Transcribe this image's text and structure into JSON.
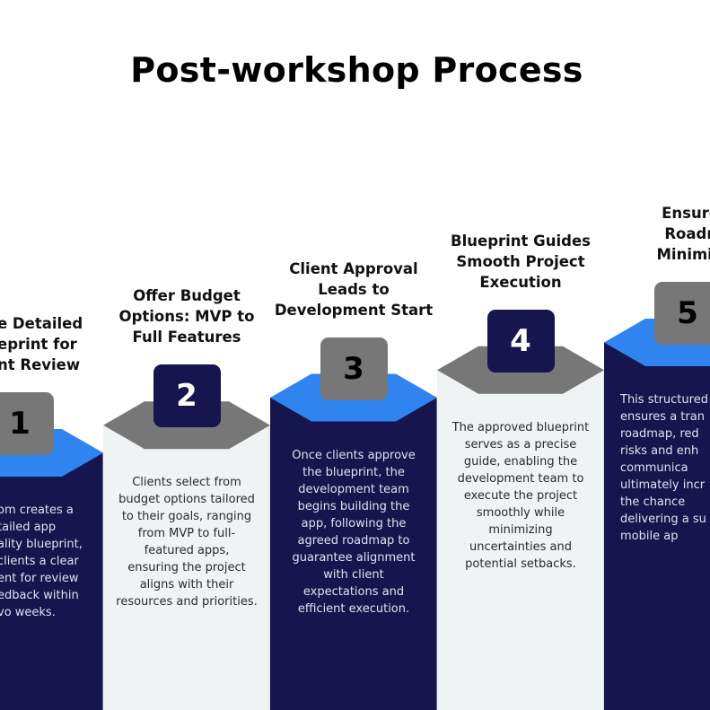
{
  "title": "Post-workshop Process",
  "colors": {
    "navy": "#16154d",
    "blue": "#2f84ef",
    "grey": "#777777",
    "light": "#eff3f4",
    "white": "#ffffff"
  },
  "steps": [
    {
      "number": "1",
      "heading_lines": [
        "e Detailed",
        "eprint for",
        "nt Review"
      ],
      "description_lines": [
        "om creates a",
        "tailed app",
        "ality blueprint,",
        "clients a clear",
        "ent for review",
        "edback within",
        "vo weeks."
      ],
      "column_style": "dark"
    },
    {
      "number": "2",
      "heading_lines": [
        "Offer Budget",
        "Options: MVP to",
        "Full Features"
      ],
      "description_lines": [
        "Clients select from",
        "budget options tailored",
        "to their goals, ranging",
        "from MVP to full-",
        "featured apps,",
        "ensuring the project",
        "aligns with their",
        "resources and priorities."
      ],
      "column_style": "light"
    },
    {
      "number": "3",
      "heading_lines": [
        "Client Approval",
        "Leads to",
        "Development Start"
      ],
      "description_lines": [
        "Once clients approve",
        "the blueprint, the",
        "development team",
        "begins building the",
        "app, following the",
        "agreed roadmap to",
        "guarantee alignment",
        "with client",
        "expectations and",
        "efficient execution."
      ],
      "column_style": "dark"
    },
    {
      "number": "4",
      "heading_lines": [
        "Blueprint Guides",
        "Smooth Project",
        "Execution"
      ],
      "description_lines": [
        "The approved blueprint",
        "serves as a precise",
        "guide, enabling the",
        "development team to",
        "execute the project",
        "smoothly while",
        "minimizing",
        "uncertainties and",
        "potential setbacks."
      ],
      "column_style": "light"
    },
    {
      "number": "5",
      "heading_lines": [
        "Ensure C",
        "Roadma",
        "Minimizes"
      ],
      "description_lines": [
        "This structured",
        "ensures a tran",
        "roadmap, red",
        "risks and enh",
        "communica",
        "ultimately incr",
        "the chance",
        "delivering a su",
        "mobile ap"
      ],
      "column_style": "dark"
    }
  ]
}
